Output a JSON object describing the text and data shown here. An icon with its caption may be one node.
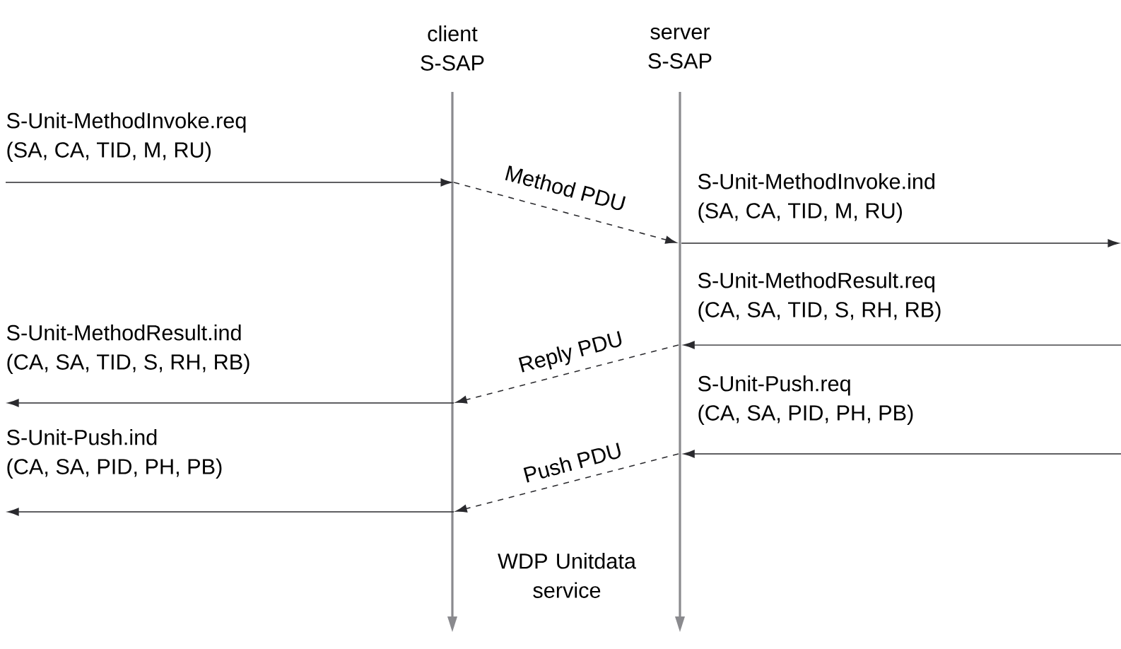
{
  "diagram": {
    "nodes": [
      {
        "text": [],
        "shape": "bar",
        "beside": [
          "client S-SAP"
        ]
      },
      {
        "text": [],
        "shape": "bar",
        "beside": [
          "server S-SAP"
        ]
      },
      {
        "text": [
          "S-Unit-MethodInvoke.req",
          "(SA, CA, TID, M, RU)"
        ]
      },
      {
        "text": [
          "S-Unit-MethodInvoke.ind",
          "(SA, CA, TID, M, RU)"
        ]
      },
      {
        "text": [
          "S-Unit-MethodResult.req",
          "(CA, SA, TID, S, RH, RB)"
        ]
      },
      {
        "text": [
          "S-Unit-MethodResult.ind",
          "(CA, SA, TID, S, RH, RB)"
        ]
      },
      {
        "text": [
          "S-Unit-Push.req",
          "(CA, SA, PID, PH, PB)"
        ]
      },
      {
        "text": [
          "S-Unit-Push.ind",
          "(CA, SA, PID, PH, PB)"
        ]
      }
    ],
    "edges": [
      {
        "from": 2,
        "to": 0,
        "arrow": "to"
      },
      {
        "from": 0,
        "to": 1,
        "arrow": "to",
        "label": "Method PDU",
        "style": "dashed"
      },
      {
        "from": 1,
        "to": null,
        "arrow": "to"
      },
      {
        "from": null,
        "to": 1,
        "arrow": "to"
      },
      {
        "from": 1,
        "to": 0,
        "arrow": "to",
        "label": "Reply PDU",
        "style": "dashed"
      },
      {
        "from": 0,
        "to": 5,
        "arrow": "to"
      },
      {
        "from": null,
        "to": 1,
        "arrow": "to"
      },
      {
        "from": 1,
        "to": 0,
        "arrow": "to",
        "label": "Push PDU",
        "style": "dashed"
      },
      {
        "from": 0,
        "to": 7,
        "arrow": "to"
      }
    ],
    "labels": [
      "WDP Unitdata service"
    ]
  }
}
